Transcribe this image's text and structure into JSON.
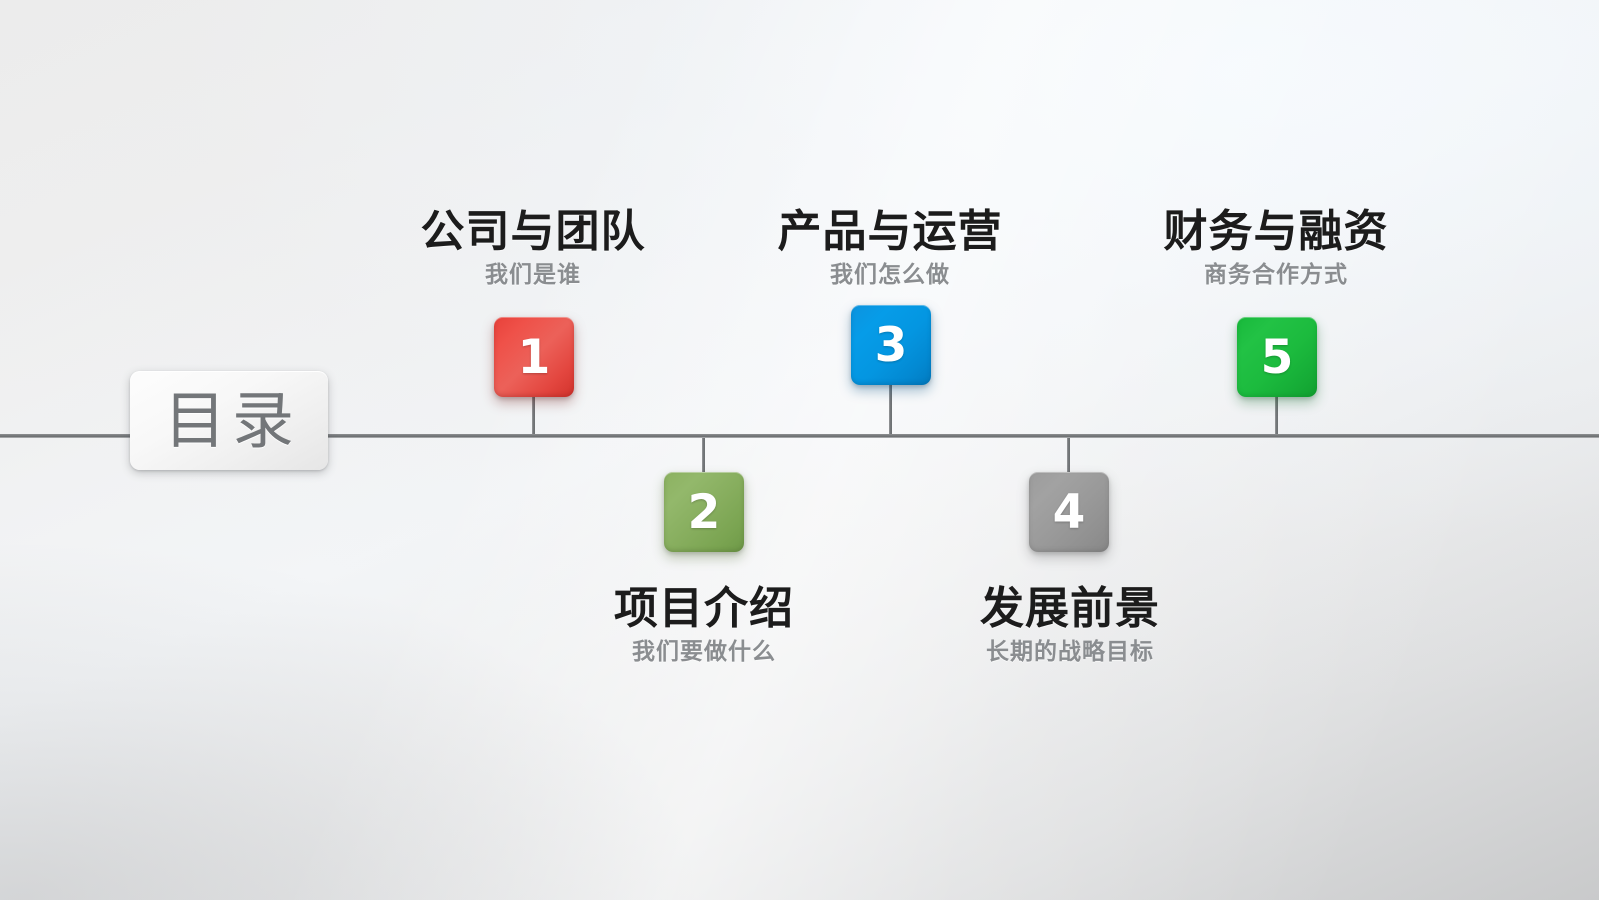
{
  "slide": {
    "toc_label": "目录",
    "background_top_left": "#ececec",
    "background_top_right": "#f4f8fc",
    "background_bottom_left": "#c9cacb",
    "axis_color": "#74777a"
  },
  "items": [
    {
      "number": "1",
      "title": "公司与团队",
      "subtitle": "我们是谁",
      "color": "#ec5149",
      "color_name": "red",
      "position": "above"
    },
    {
      "number": "2",
      "title": "项目介绍",
      "subtitle": "我们要做什么",
      "color": "#8cb261",
      "color_name": "sage",
      "position": "below"
    },
    {
      "number": "3",
      "title": "产品与运营",
      "subtitle": "我们怎么做",
      "color": "#0496e1",
      "color_name": "blue",
      "position": "above"
    },
    {
      "number": "4",
      "title": "发展前景",
      "subtitle": "长期的战略目标",
      "color": "#999999",
      "color_name": "gray",
      "position": "below"
    },
    {
      "number": "5",
      "title": "财务与融资",
      "subtitle": "商务合作方式",
      "color": "#1cbb3e",
      "color_name": "green",
      "position": "above"
    }
  ]
}
